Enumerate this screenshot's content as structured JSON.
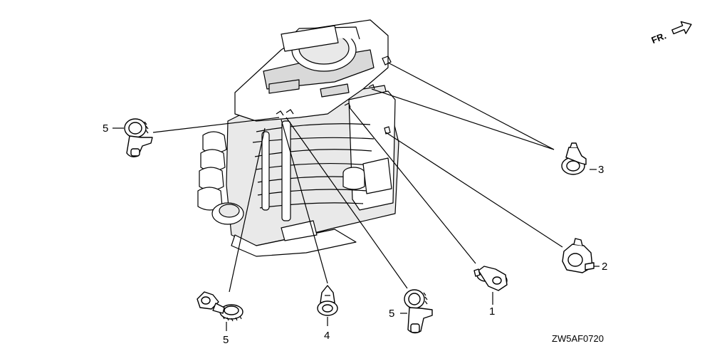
{
  "diagram": {
    "code": "ZW5AF0720",
    "direction_marker": "FR.",
    "callouts": [
      {
        "label": "1"
      },
      {
        "label": "2"
      },
      {
        "label": "3"
      },
      {
        "label": "4"
      },
      {
        "label": "5"
      },
      {
        "label": "5"
      },
      {
        "label": "5"
      }
    ]
  }
}
